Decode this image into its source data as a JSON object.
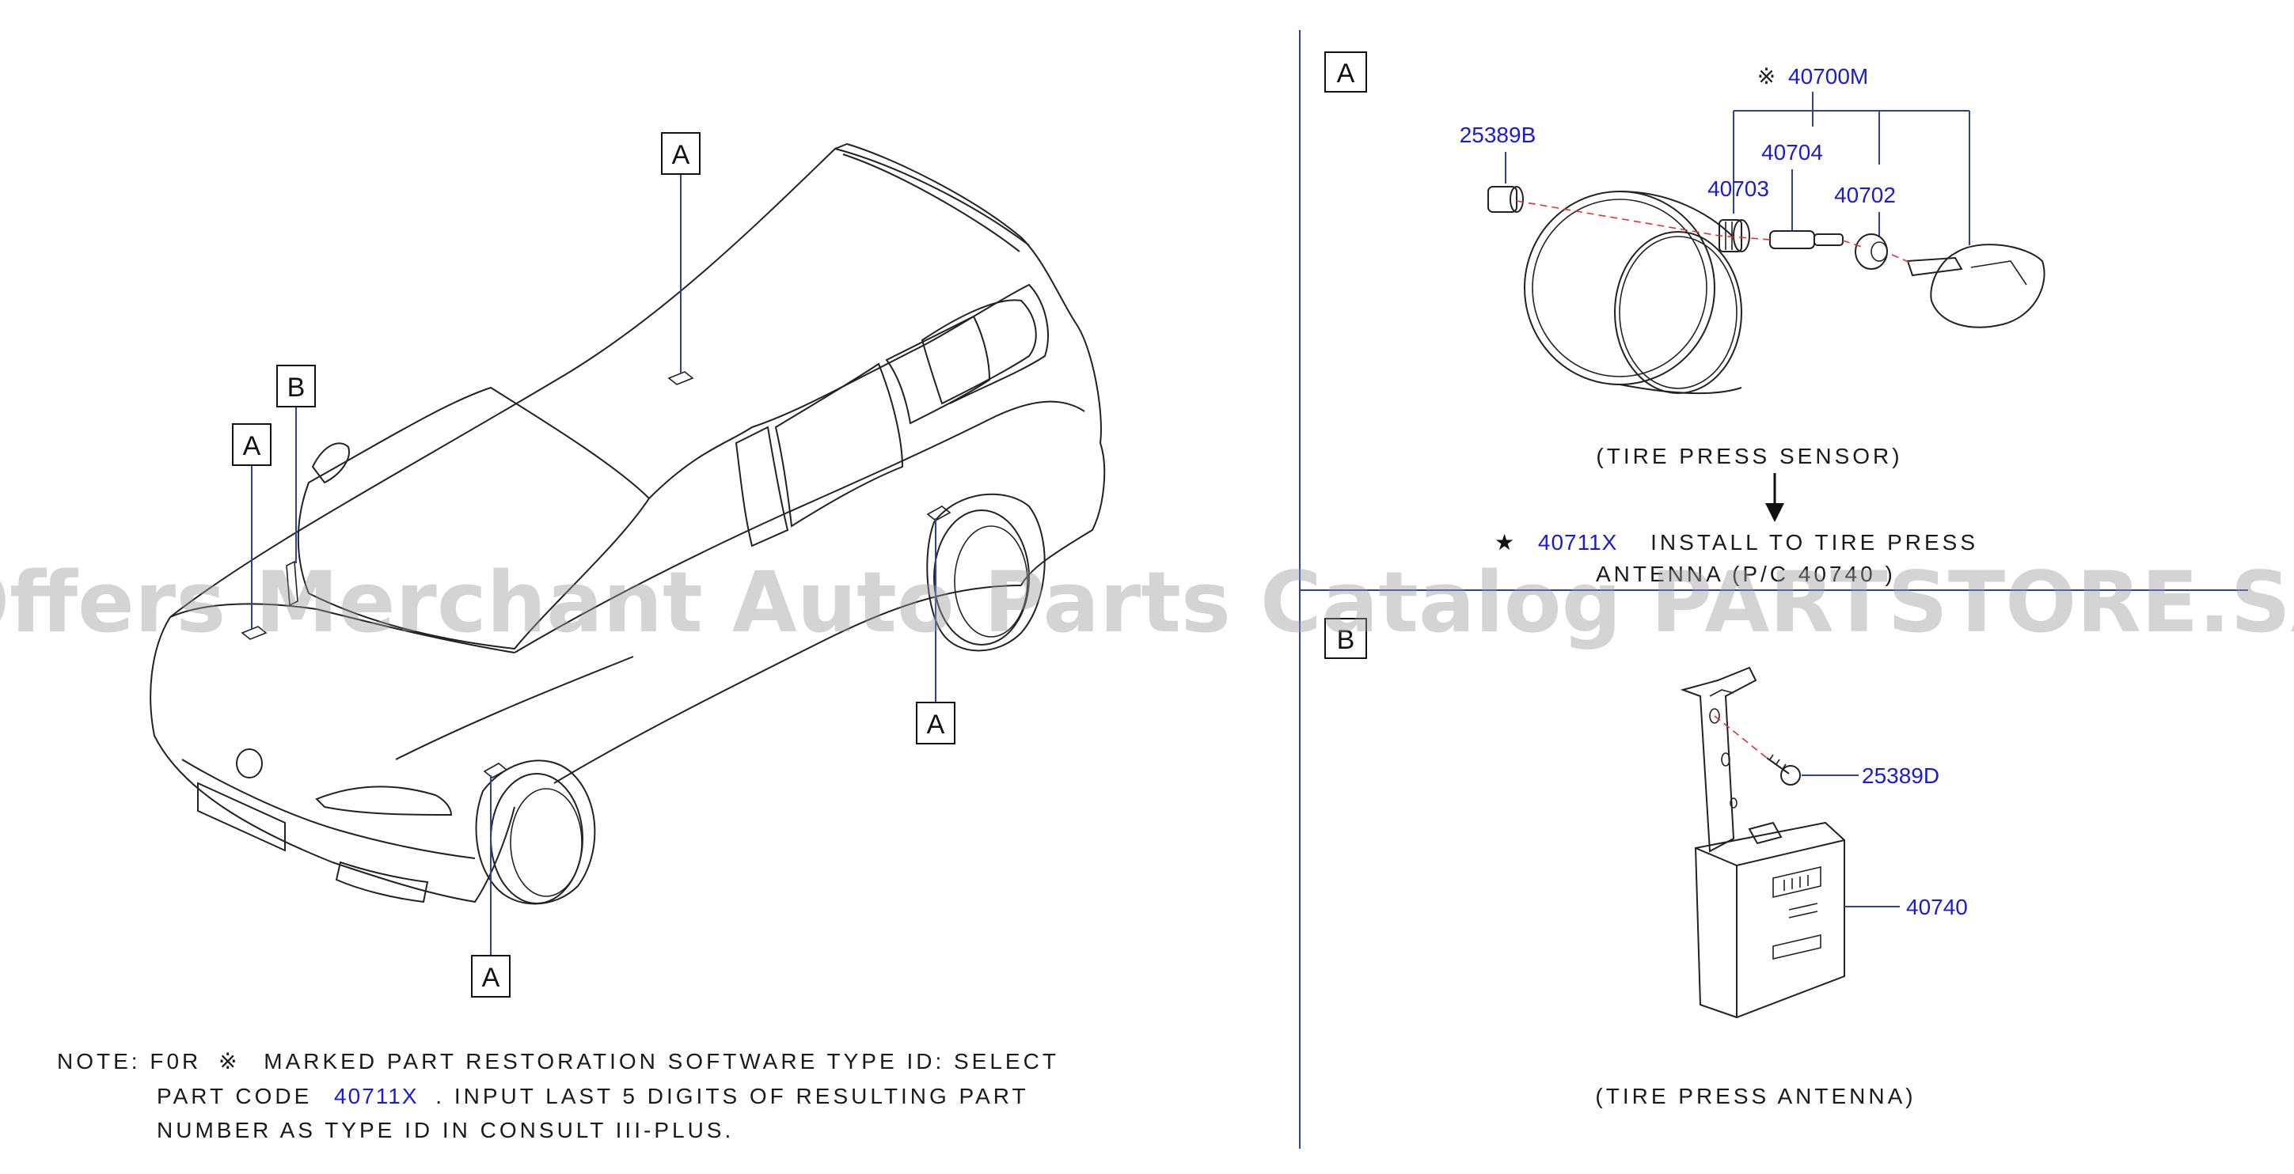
{
  "callouts": {
    "roof": "A",
    "dash_left": "A",
    "dash_center": "B",
    "rear_wheel": "A",
    "front_wheel": "A"
  },
  "section_a": {
    "tag": "A",
    "parts": {
      "p40700m": "40700M",
      "p25389b": "25389B",
      "p40704": "40704",
      "p40703": "40703",
      "p40702": "40702"
    },
    "caption": "(TIRE  PRESS  SENSOR)",
    "install_star": "★",
    "install_part": "40711X",
    "install_text": "INSTALL  TO  TIRE  PRESS",
    "antenna_line": "ANTENNA  (P/C  40740  )"
  },
  "section_b": {
    "tag": "B",
    "parts": {
      "p25389d": "25389D",
      "p40740": "40740"
    },
    "caption": "(TIRE  PRESS  ANTENNA)"
  },
  "note": {
    "prefix": "NOTE:  F0R",
    "line1_rest": "MARKED  PART  RESTORATION  SOFTWARE  TYPE  ID:  SELECT",
    "line2_start": "PART  CODE",
    "line2_part": "40711X",
    "line2_rest": ".  INPUT  LAST  5  DIGITS  OF  RESULTING  PART",
    "line3": "NUMBER  AS  TYPE  ID  IN  CONSULT  III-PLUS."
  },
  "symbols": {
    "restoration_mark": "※"
  },
  "watermark": "Offers Merchant Auto Parts Catalog PARTSTORE.SA",
  "colors": {
    "part_number": "#1a1ad8",
    "leader_line": "#2b3fae",
    "center_line": "#d33333",
    "watermark": "#9a9a9a"
  }
}
